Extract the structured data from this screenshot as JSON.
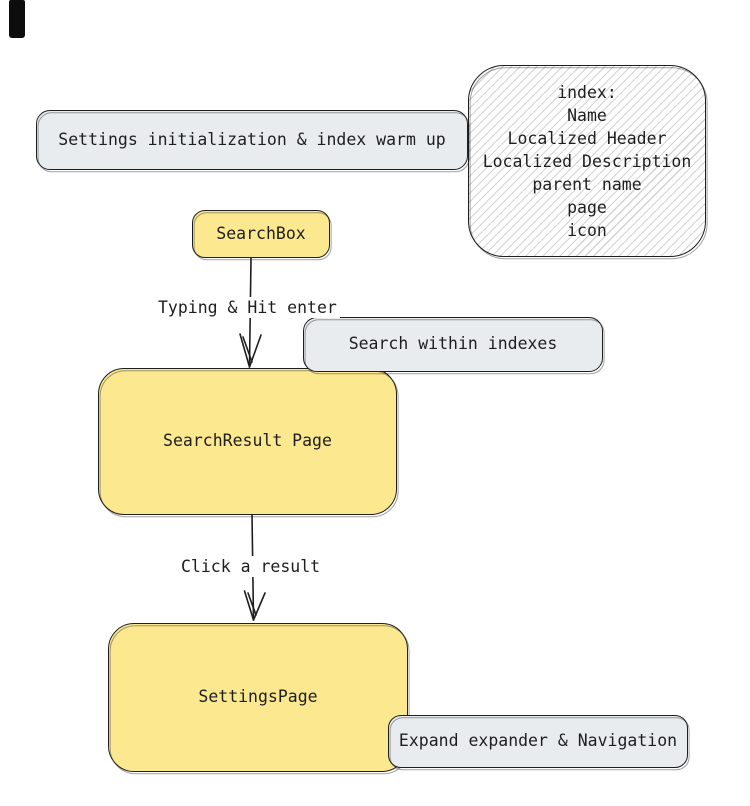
{
  "diagram": {
    "type": "flowchart",
    "style": "hand-drawn",
    "colors": {
      "node_yellow": "#fbe88f",
      "node_gray": "#e9ecef",
      "stroke": "#1e1e1e",
      "note_fill": "#ffffff",
      "canvas": "#ffffff"
    },
    "nodes": {
      "warmup": {
        "label": "Settings initialization & index warm up"
      },
      "index_note": {
        "lines": [
          "index:",
          "Name",
          "Localized Header",
          "Localized Description",
          "parent name",
          "page",
          "icon"
        ]
      },
      "searchbox": {
        "label": "SearchBox"
      },
      "search_within": {
        "label": "Search within indexes"
      },
      "search_result": {
        "label": "SearchResult Page"
      },
      "settings_page": {
        "label": "SettingsPage"
      },
      "expand_nav": {
        "label": "Expand expander & Navigation"
      }
    },
    "edges": {
      "typing": {
        "label": "Typing & Hit enter",
        "from": "SearchBox",
        "to": "SearchResult Page"
      },
      "click_result": {
        "label": "Click a result",
        "from": "SearchResult Page",
        "to": "SettingsPage"
      }
    }
  }
}
